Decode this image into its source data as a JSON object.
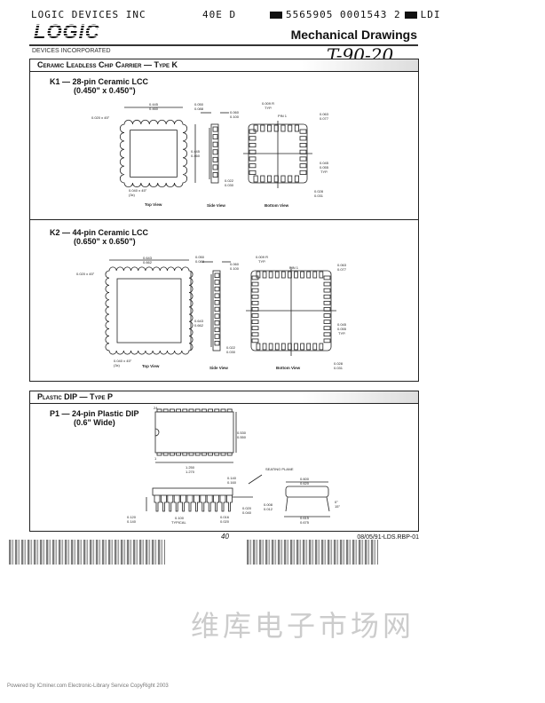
{
  "header": {
    "company": "LOGIC DEVICES INC",
    "code": "40E D",
    "barcode": "5565905 0001543 2",
    "ldi": "LDI",
    "logo": "LOGIC",
    "subtitle": "DEVICES INCORPORATED",
    "title": "Mechanical Drawings",
    "handwritten": "T-90-20"
  },
  "sections": [
    {
      "title": "Ceramic Leadless Chip Carrier — Type K",
      "packages": [
        {
          "name": "K1 — 28-pin Ceramic LCC",
          "size": "(0.450\" x 0.450\")",
          "dims": {
            "width_a": "0.445",
            "width_b": "0.460",
            "chamfer_a": "0.020 x 45°",
            "chamfer_b": "0.040 x 45°",
            "chamfer_b_note": "(3x)",
            "height_a": "0.445",
            "height_b": "0.460",
            "side_a1": "0.050",
            "side_a2": "0.088",
            "side_b1": "0.060",
            "side_b2": "0.100",
            "pad_a": "0.022",
            "pad_b": "0.030",
            "radius": "0.009 R",
            "radius_note": "TYP.",
            "pin1": "PIN 1",
            "edge_a": "0.063",
            "edge_b": "0.077",
            "pitch_a": "0.045",
            "pitch_b": "0.055",
            "pitch_note": "TYP.",
            "bot_a": "0.028",
            "bot_b": "0.031"
          },
          "views": [
            "Top View",
            "Side View",
            "Bottom View"
          ]
        },
        {
          "name": "K2 — 44-pin Ceramic LCC",
          "size": "(0.650\" x 0.650\")",
          "dims": {
            "width_a": "0.643",
            "width_b": "0.662",
            "chamfer_a": "0.020 x 45°",
            "chamfer_b": "0.040 x 45°",
            "chamfer_b_note": "(3x)",
            "height_a": "0.643",
            "height_b": "0.662",
            "side_a1": "0.050",
            "side_a2": "0.088",
            "side_b1": "0.060",
            "side_b2": "0.100",
            "pad_a": "0.022",
            "pad_b": "0.030",
            "radius": "0.009 R",
            "radius_note": "TYP.",
            "pin1": "PIN 1",
            "edge_a": "0.063",
            "edge_b": "0.077",
            "pitch_a": "0.045",
            "pitch_b": "0.055",
            "pitch_note": "TYP.",
            "bot_a": "0.028",
            "bot_b": "0.031"
          },
          "views": [
            "Top View",
            "Side View",
            "Bottom View"
          ]
        }
      ]
    },
    {
      "title": "Plastic DIP — Type P",
      "packages": [
        {
          "name": "P1 — 24-pin Plastic DIP",
          "size": "(0.6\" Wide)",
          "dims": {
            "pin_last": "24",
            "pin_first": "1",
            "width_a": "0.530",
            "width_b": "0.550",
            "len_a": "1.250",
            "len_b": "1.270",
            "seating": "SEATING PLANE",
            "ht_a": "0.140",
            "ht_b": "0.160",
            "std_a": "0.020",
            "std_b": "0.040",
            "lead_a": "0.120",
            "lead_b": "0.140",
            "pitch": "0.100",
            "pitch_note": "TYPICAL",
            "lw_a": "0.016",
            "lw_b": "0.020",
            "row_a": "0.600",
            "row_b": "0.620",
            "thk_a": "0.008",
            "thk_b": "0.012",
            "span_a": "0.615",
            "span_b": "0.675",
            "ang_a": "0°",
            "ang_b": "15°"
          }
        }
      ]
    }
  ],
  "footer": {
    "page": "40",
    "ref": "08/05/91-LDS.RBP-01",
    "powered": "Powered by ICminer.com Electronic-Library Service CopyRight 2003",
    "watermark": "维库电子市场网"
  }
}
